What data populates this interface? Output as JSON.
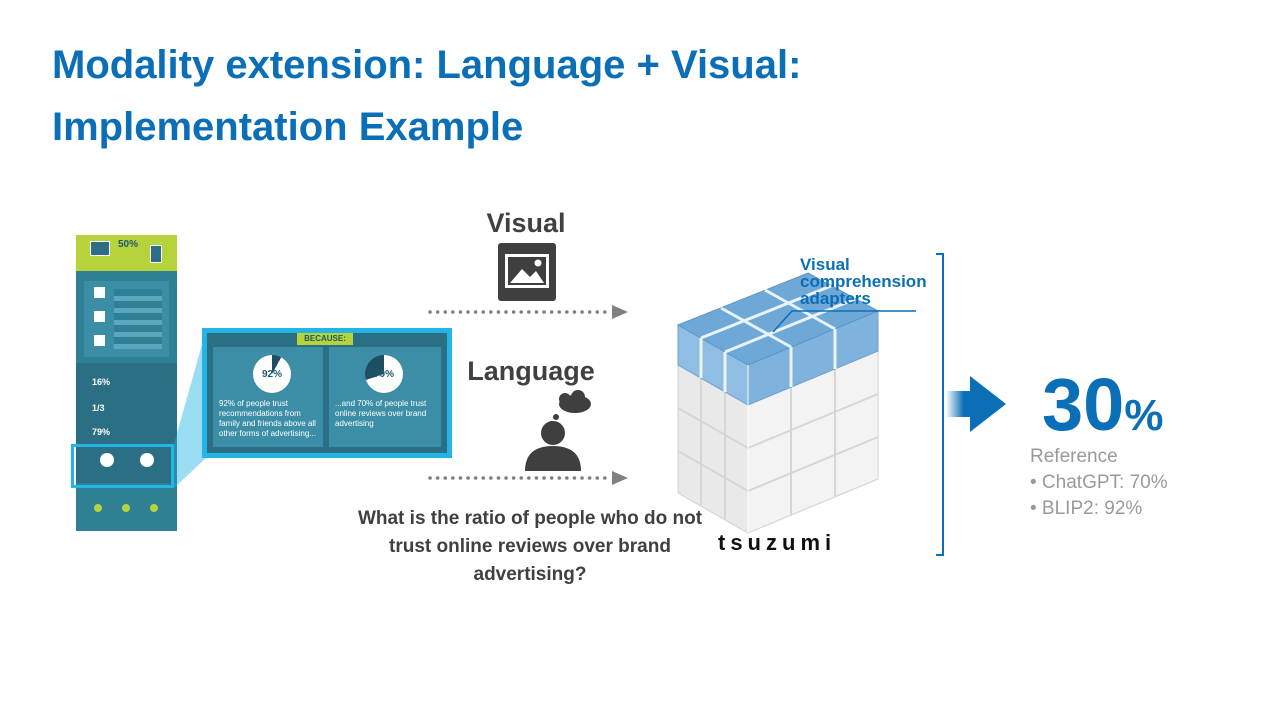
{
  "slide": {
    "title_line1": "Modality extension: Language + Visual:",
    "title_line2": "Implementation Example"
  },
  "inputs": {
    "visual_label": "Visual",
    "language_label": "Language",
    "question": "What is the ratio of people who do not trust online reviews over brand advertising?"
  },
  "model": {
    "adapters_label_line1": "Visual",
    "adapters_label_line2": "comprehension",
    "adapters_label_line3": "adapters",
    "name": "tsuzumi"
  },
  "result": {
    "value": "30",
    "unit": "%",
    "reference_title": "Reference",
    "references": [
      "• ChatGPT: 70%",
      "• BLIP2: 92%"
    ]
  },
  "infographic_zoom": {
    "header": "BECAUSE:",
    "left_stat": "92%",
    "left_text": "92% of people trust recommendations from family and friends above all other forms of advertising...",
    "right_stat": "70%",
    "right_text": "...and 70% of people trust online reviews over brand advertising"
  },
  "infographic_thumb": {
    "top_stat": "50%",
    "stats": [
      "16%",
      "1/3",
      "79%"
    ]
  },
  "colors": {
    "title_blue": "#0b6fb7",
    "adapter_blue": "#7fb2dc",
    "highlight_cyan": "#22b5e6",
    "infographic_teal": "#2f7f95"
  }
}
